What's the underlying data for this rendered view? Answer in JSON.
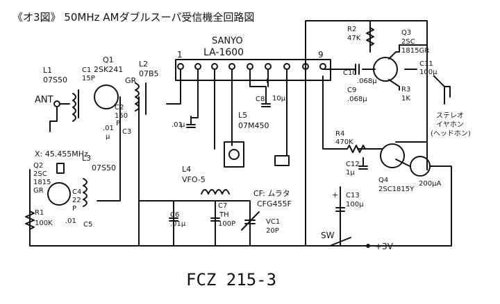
{
  "title": "《オ3図》 50MHz AMダブルスーパ受信機全回路図",
  "footer": "FCZ 215-3",
  "ic": {
    "name": "SANYO",
    "part": "LA-1600",
    "pin1": "1",
    "pin9": "9"
  },
  "labels": {
    "ant": "ANT",
    "l1": "L1",
    "l1v": "07S50",
    "c1": "C1",
    "c1v": "15P",
    "q1": "Q1",
    "q1v": "2SK241",
    "q1g": "GR",
    "l2": "L2",
    "l2v": "07B5",
    "c2": "C2",
    "c2v": "150",
    "c2p": "P",
    "c3": "C3",
    "c01a": ".01",
    "c01au": "μ",
    "xtal": "X: 45.455MHz",
    "l3": "L3",
    "l3v": "07S50",
    "q2": "Q2",
    "q2v1": "2SC",
    "q2v2": "1815",
    "q2v3": "GR",
    "c4": "C4",
    "c4v": "22",
    "c4p": "P",
    "c5": "C5",
    "c5v": ".01",
    "r1": "R1",
    "r1v": "100K",
    "c8": "C8",
    "c8v": "10μ",
    "l5": "L5",
    "l5v": "07M450",
    "c01b": ".01",
    "c01bu": "μ",
    "l4": "L4",
    "l4v": "VFO-5",
    "c6": "C6",
    "c6v": ".01μ",
    "c7": "C7",
    "c7v1": "TH",
    "c7v2": "100P",
    "cf": "CF: ムラタ",
    "cfv": "CFG455F",
    "vc1": "VC1",
    "vc1v": "20P",
    "r2": "R2",
    "r2v": "47K",
    "q3": "Q3",
    "q3v": "2SC",
    "q3v2": "1815GR",
    "c10": "C10",
    "c10v": ".068μ",
    "c9": "C9",
    "c9v": ".068μ",
    "c11": "C11",
    "c11v": "100μ",
    "r3": "R3",
    "r3v": "1K",
    "stereo1": "ステレオ",
    "stereo2": "イヤホン",
    "stereo3": "(ヘッドホン)",
    "r4": "R4",
    "r4v": "470K",
    "c12": "C12",
    "c12v": "1μ",
    "q4": "Q4",
    "q4v": "2SC1815Y",
    "meter": "200μA",
    "c13": "C13",
    "c13v": "100μ",
    "sw": "SW",
    "vcc": "+3V",
    "plus": "+"
  }
}
